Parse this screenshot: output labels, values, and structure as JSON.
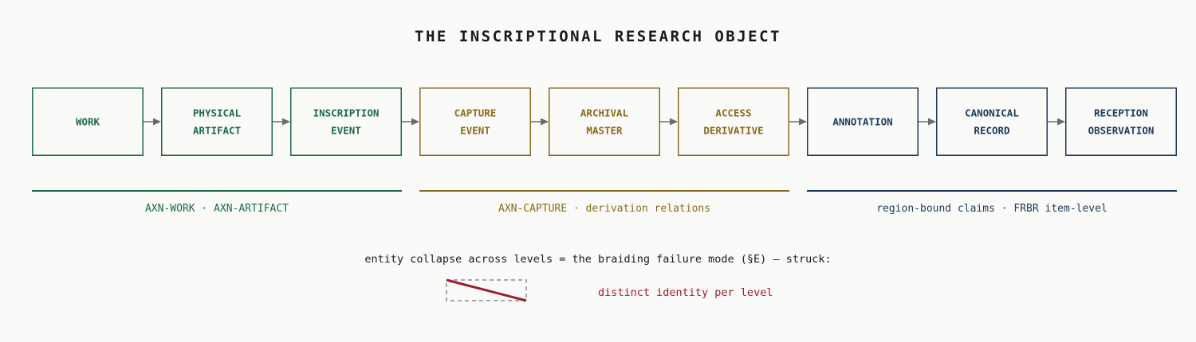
{
  "title": "THE INSCRIPTIONAL RESEARCH OBJECT",
  "colors": {
    "green": "#1e6b45",
    "gold": "#8a6a1e",
    "navy": "#1b3a5c",
    "arrow": "#6b6b6b",
    "red": "#a01c2a",
    "dash": "#8a8a8a",
    "text": "#1a1a1a",
    "background": "#fafaf8"
  },
  "boxes": [
    {
      "id": "work",
      "lines": [
        "WORK"
      ],
      "group": 0
    },
    {
      "id": "physical-artifact",
      "lines": [
        "PHYSICAL",
        "ARTIFACT"
      ],
      "group": 0
    },
    {
      "id": "inscription-event",
      "lines": [
        "INSCRIPTION",
        "EVENT"
      ],
      "group": 0
    },
    {
      "id": "capture-event",
      "lines": [
        "CAPTURE",
        "EVENT"
      ],
      "group": 1
    },
    {
      "id": "archival-master",
      "lines": [
        "ARCHIVAL",
        "MASTER"
      ],
      "group": 1
    },
    {
      "id": "access-derivative",
      "lines": [
        "ACCESS",
        "DERIVATIVE"
      ],
      "group": 1
    },
    {
      "id": "annotation",
      "lines": [
        "ANNOTATION"
      ],
      "group": 2
    },
    {
      "id": "canonical-record",
      "lines": [
        "CANONICAL",
        "RECORD"
      ],
      "group": 2
    },
    {
      "id": "reception-observation",
      "lines": [
        "RECEPTION",
        "OBSERVATION"
      ],
      "group": 2
    }
  ],
  "groups": [
    {
      "id": "work-artifact",
      "caption": "AXN-WORK · AXN-ARTIFACT",
      "color": "green"
    },
    {
      "id": "capture-derivation",
      "caption": "AXN-CAPTURE · derivation relations",
      "color": "gold"
    },
    {
      "id": "claims-item-level",
      "caption": "region-bound claims · FRBR item-level",
      "color": "navy"
    }
  ],
  "collapse_note": "entity collapse across levels = the braiding failure mode (§E) — struck:",
  "legend": {
    "icon": "struck-dashed-box",
    "label": "distinct identity per level"
  }
}
